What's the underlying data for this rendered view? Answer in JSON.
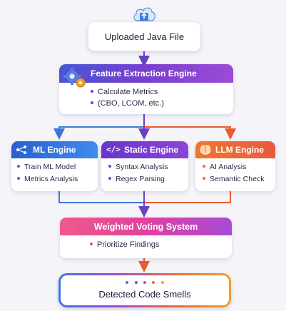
{
  "diagram": {
    "upload": {
      "label": "Uploaded Java File",
      "icon": "cloud-upload-icon"
    },
    "feature": {
      "title": "Feature Extraction Engine",
      "icon": "gears-icon",
      "bullets": [
        "Calculate Metrics",
        "(CBO, LCOM, etc.)"
      ]
    },
    "engines": [
      {
        "title": "ML Engine",
        "icon": "network-icon",
        "bullets": [
          "Train ML Model",
          "Metrics Analysis"
        ]
      },
      {
        "title": "Static Engine",
        "icon": "code-icon",
        "bullets": [
          "Syntax Analysis",
          "Regex Parsing"
        ]
      },
      {
        "title": "LLM Engine",
        "icon": "brain-icon",
        "bullets": [
          "AI Analysis",
          "Semantic Check"
        ]
      }
    ],
    "voting": {
      "title": "Weighted Voting System",
      "bullets": [
        "Prioritize Findings"
      ]
    },
    "result": {
      "label": "Detected Code Smells"
    }
  },
  "colors": {
    "arrow_purple": "#6b3fc4",
    "arrow_orange": "#ea5a2a",
    "ml_blue": "#2f73de",
    "static_purple": "#7a3bd0",
    "llm_orange": "#f06a3a",
    "voting_pink": "#e8469a",
    "feature_purple": "#7042cc"
  }
}
